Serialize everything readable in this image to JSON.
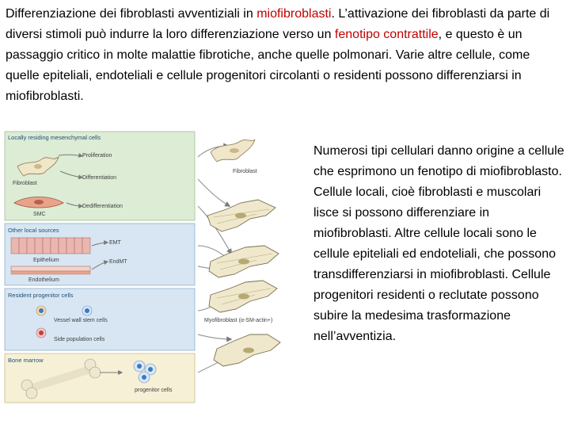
{
  "intro": {
    "t1": "Differenziazione dei fibroblasti avventiziali in ",
    "h1": "miofibroblasti",
    "t2": ". L’attivazione dei fibroblasti da parte di diversi stimoli può indurre la loro differenziazione verso un ",
    "h2": "fenotipo contrattile",
    "t3": ", e questo è un passaggio critico in molte malattie fibrotiche, anche quelle polmonari. Varie altre cellule, come quelle epiteliali, endoteliali e cellule progenitori circolanti o residenti possono differenziarsi in miofibroblasti."
  },
  "side_text": "Numerosi tipi cellulari danno origine a cellule che esprimono un fenotipo di miofibroblasto. Cellule  locali, cioè fibroblasti e muscolari lisce si possono differenziare in miofibroblasti. Altre cellule locali sono le cellule epiteliali ed endoteliali, che possono transdifferenziarsi in miofibroblasti. Cellule progenitori residenti o reclutate possono subire  la medesima trasformazione nell’avventizia.",
  "figure": {
    "panels": {
      "local": "Locally residing mesenchymal cells",
      "other": "Other local sources",
      "resident": "Resident progenitor cells",
      "marrow": "Bone marrow"
    },
    "cell_labels": {
      "fibroblast_left": "Fibroblast",
      "smc": "SMC",
      "epithelium": "Epithelium",
      "endothelium": "Endothelium",
      "vessel_wall": "Vessel wall stem cells",
      "side_population": "Side population cells",
      "progenitor": "progenitor cells",
      "fibroblast_right": "Fibroblast",
      "myofibroblast": "Myofibroblast (α-SM-actin+)"
    },
    "arrow_labels": {
      "proliferation": "Proliferation",
      "differentiation": "Differentiation",
      "dedifferentiation": "Dedifferentiation",
      "emt": "EMT",
      "endmt": "EndMT"
    }
  },
  "colors": {
    "highlight": "#c00000",
    "panel_green": "#dcecd5",
    "panel_blue": "#d7e6f2",
    "panel_yellow": "#f6f0d6",
    "panel_title": "#1f4e79"
  }
}
